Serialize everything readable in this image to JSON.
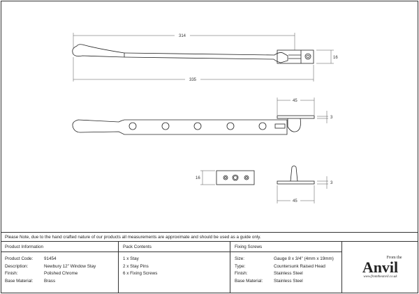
{
  "dimensions": {
    "top_length_inner": "314",
    "top_length_overall": "335",
    "top_height": "16",
    "mid_bracket_width": "45",
    "mid_bracket_thickness": "3",
    "plate_height": "16",
    "pin_thickness": "3",
    "pin_width": "45"
  },
  "note": "Please Note, due to the hand crafted nature of our products all measurements are approximate and should be used as a guide only.",
  "product_info": {
    "title": "Product Information",
    "rows": [
      {
        "k": "Product Code:",
        "v": "91454"
      },
      {
        "k": "Description:",
        "v": "Newbury 12\" Window Stay"
      },
      {
        "k": "Finish:",
        "v": "Polished Chrome"
      },
      {
        "k": "Base Material:",
        "v": "Brass"
      }
    ]
  },
  "pack_contents": {
    "title": "Pack Contents",
    "items": [
      "1 x Stay",
      "2 x Stay Pins",
      "6 x Fixing Screws"
    ]
  },
  "fixing_screws": {
    "title": "Fixing Screws",
    "rows": [
      {
        "k": "Size:",
        "v": "Gauge 8 x 3/4\" (4mm x 19mm)"
      },
      {
        "k": "Type:",
        "v": "Countersunk Raised Head"
      },
      {
        "k": "Finish:",
        "v": "Stainless Steel"
      },
      {
        "k": "Base Material:",
        "v": "Stainless Steel"
      }
    ]
  },
  "logo": {
    "from": "From the",
    "name": "Anvil",
    "url": "www.fromtheanvil.co.uk"
  }
}
